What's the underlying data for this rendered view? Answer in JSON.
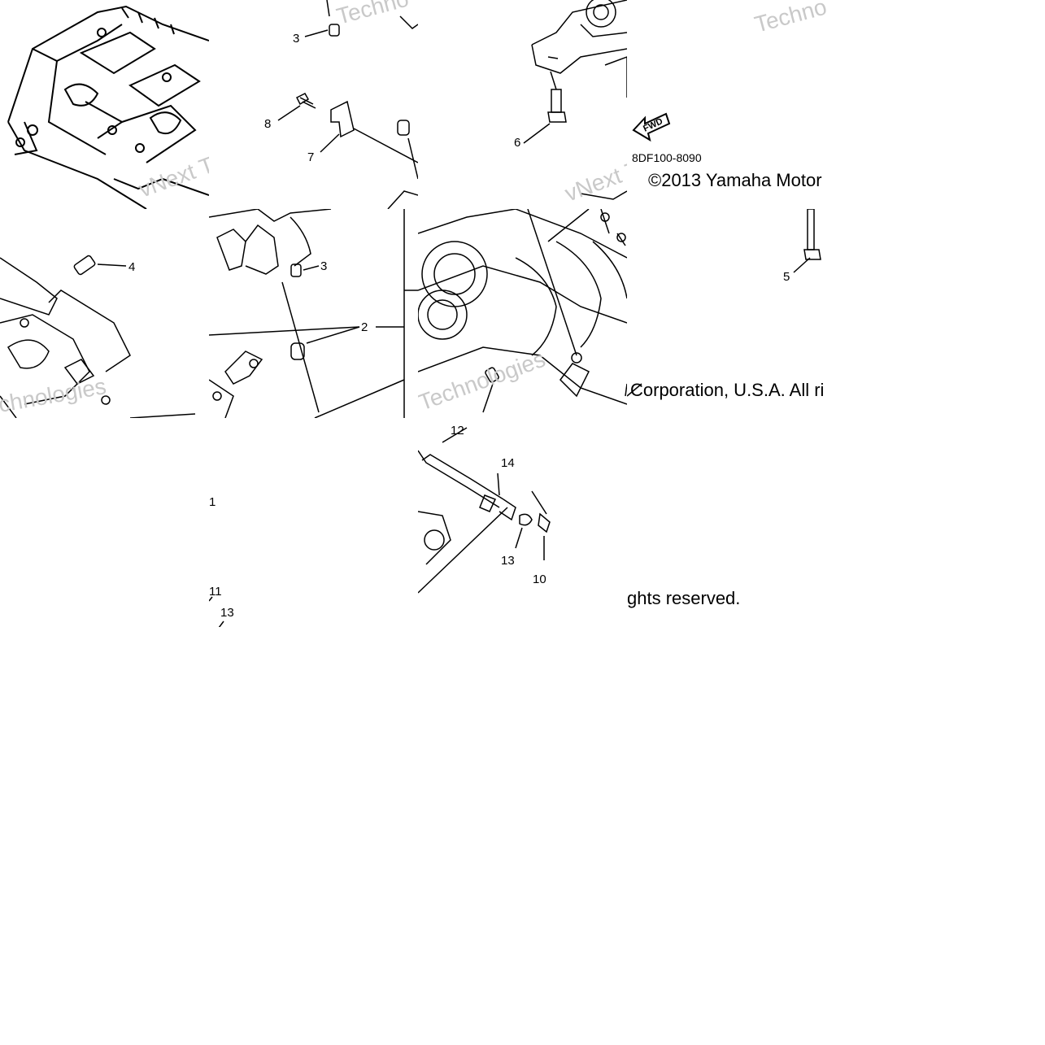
{
  "diagram": {
    "code": "8DF100-8090",
    "copyright_part1": "©2013 Yamaha Motor",
    "copyright_part2": "Corporation, U.S.A. All ri",
    "copyright_part3": "ghts reserved.",
    "fwd_label": "FWD",
    "watermark_a": "Techno",
    "watermark_b": "vNext Tec",
    "watermark_c": "chnologies",
    "watermark_d": "Technologies"
  },
  "callouts": {
    "c1": "1",
    "c2": "2",
    "c3a": "3",
    "c3b": "3",
    "c4": "4",
    "c5": "5",
    "c6": "6",
    "c7": "7",
    "c8": "8",
    "c10": "10",
    "c11": "11",
    "c12": "12",
    "c13a": "13",
    "c13b": "13",
    "c14": "14"
  },
  "colors": {
    "line": "#000000",
    "watermark": "#c9c9c9",
    "background": "#ffffff"
  }
}
